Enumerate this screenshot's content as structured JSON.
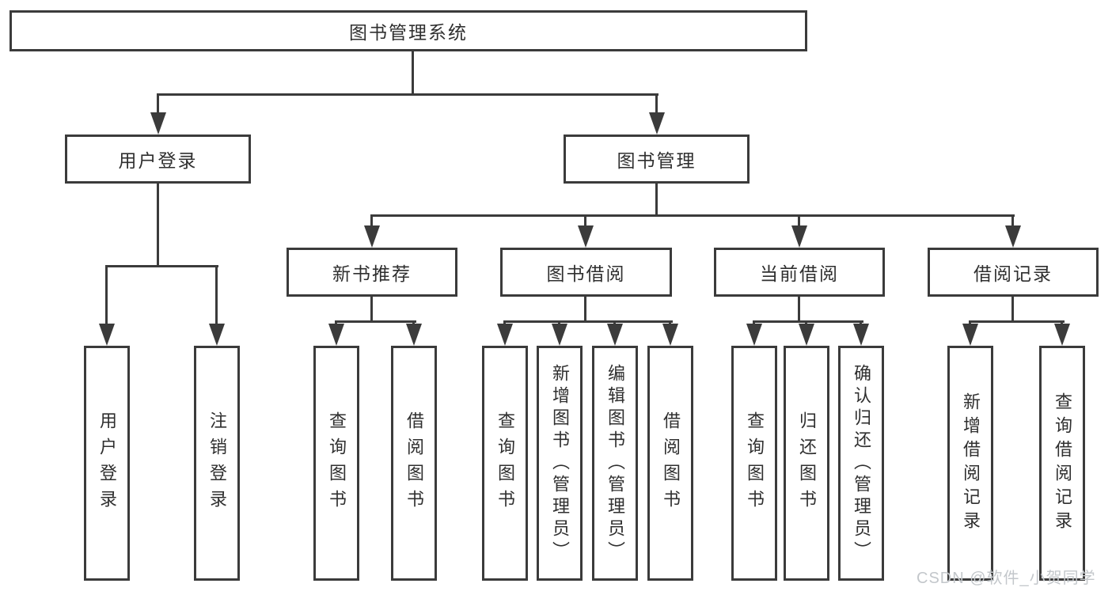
{
  "tree": {
    "label": "图书管理系统",
    "children": [
      {
        "label": "用户登录",
        "children": [
          {
            "label": "用户登录"
          },
          {
            "label": "注销登录"
          }
        ]
      },
      {
        "label": "图书管理",
        "children": [
          {
            "label": "新书推荐",
            "children": [
              {
                "label": "查询图书"
              },
              {
                "label": "借阅图书"
              }
            ]
          },
          {
            "label": "图书借阅",
            "children": [
              {
                "label": "查询图书"
              },
              {
                "label": "新增图书（管理员）"
              },
              {
                "label": "编辑图书（管理员）"
              },
              {
                "label": "借阅图书"
              }
            ]
          },
          {
            "label": "当前借阅",
            "children": [
              {
                "label": "查询图书"
              },
              {
                "label": "归还图书"
              },
              {
                "label": "确认归还（管理员）"
              }
            ]
          },
          {
            "label": "借阅记录",
            "children": [
              {
                "label": "新增借阅记录"
              },
              {
                "label": "查询借阅记录"
              }
            ]
          }
        ]
      }
    ]
  },
  "watermark": {
    "text": "CSDN @软件_小贺同学"
  },
  "colors": {
    "line": "#3b3b3b",
    "text": "#2f2f2f",
    "watermark": "#c3c7cb",
    "background": "#ffffff"
  }
}
